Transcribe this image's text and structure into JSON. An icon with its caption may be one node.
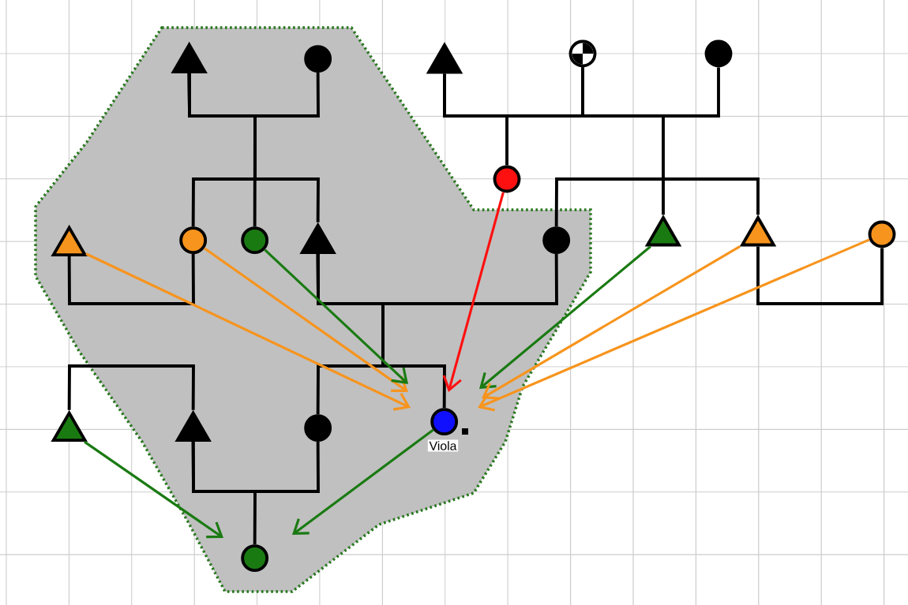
{
  "diagram": {
    "nodes": [
      {
        "text": [],
        "shape": "polygon"
      },
      {
        "text": [],
        "shape": "triangle",
        "in": 0
      },
      {
        "text": [],
        "shape": "circle",
        "in": 0
      },
      {
        "text": [],
        "shape": "triangle"
      },
      {
        "text": [],
        "shape": "circle"
      },
      {
        "text": [],
        "shape": "circle"
      },
      {
        "text": [],
        "shape": "circle",
        "in": 0
      },
      {
        "text": [],
        "shape": "circle",
        "in": 0
      },
      {
        "text": [],
        "shape": "triangle",
        "in": 0
      },
      {
        "text": [],
        "shape": "triangle",
        "in": 0
      },
      {
        "text": [],
        "shape": "circle",
        "in": 0
      },
      {
        "text": [],
        "shape": "circle"
      },
      {
        "text": [],
        "shape": "triangle"
      },
      {
        "text": [],
        "shape": "triangle"
      },
      {
        "text": [],
        "shape": "circle"
      },
      {
        "text": [],
        "shape": "triangle",
        "in": 0
      },
      {
        "text": [],
        "shape": "triangle",
        "in": 0
      },
      {
        "text": [],
        "shape": "circle",
        "in": 0
      },
      {
        "text": [],
        "shape": "circle",
        "in": 0,
        "beside": [
          "Viola"
        ]
      },
      {
        "text": [],
        "shape": "circle",
        "in": 0
      }
    ],
    "edges": [
      {
        "from": 1,
        "to": 2,
        "arrow": "none"
      },
      {
        "from": 1,
        "to": 6,
        "arrow": "none"
      },
      {
        "from": 1,
        "to": 7,
        "arrow": "none"
      },
      {
        "from": 1,
        "to": 8,
        "arrow": "none"
      },
      {
        "from": 3,
        "to": 4,
        "arrow": "none"
      },
      {
        "from": 4,
        "to": 5,
        "arrow": "none"
      },
      {
        "from": 3,
        "to": 11,
        "arrow": "none"
      },
      {
        "from": 4,
        "to": 12,
        "arrow": "none"
      },
      {
        "from": 8,
        "to": 10,
        "arrow": "none"
      },
      {
        "from": 8,
        "to": 17,
        "arrow": "none"
      },
      {
        "from": 8,
        "to": 18,
        "arrow": "none"
      },
      {
        "from": 10,
        "to": 13,
        "arrow": "none"
      },
      {
        "from": 13,
        "to": 14,
        "arrow": "none"
      },
      {
        "from": 9,
        "to": 6,
        "arrow": "none"
      },
      {
        "from": 15,
        "to": 16,
        "arrow": "none"
      },
      {
        "from": 16,
        "to": 17,
        "arrow": "none"
      },
      {
        "from": 16,
        "to": 19,
        "arrow": "none"
      },
      {
        "from": 9,
        "to": null,
        "arrow": "to",
        "color": "#f7941d"
      },
      {
        "from": 6,
        "to": null,
        "arrow": "to",
        "color": "#f7941d"
      },
      {
        "from": 7,
        "to": null,
        "arrow": "to",
        "color": "#1a7a12"
      },
      {
        "from": 11,
        "to": null,
        "arrow": "to",
        "color": "#ff1010"
      },
      {
        "from": 12,
        "to": null,
        "arrow": "to",
        "color": "#1a7a12"
      },
      {
        "from": 13,
        "to": null,
        "arrow": "to",
        "color": "#f7941d"
      },
      {
        "from": 14,
        "to": null,
        "arrow": "to",
        "color": "#f7941d"
      },
      {
        "from": 15,
        "to": null,
        "arrow": "to",
        "color": "#1a7a12"
      },
      {
        "from": 18,
        "to": null,
        "arrow": "to",
        "color": "#1a7a12"
      }
    ]
  }
}
